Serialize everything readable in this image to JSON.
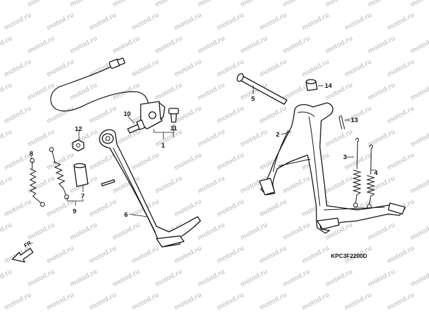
{
  "watermark": "motod.ru",
  "diagram_code": "KPC3F2200D",
  "direction_label": "FR.",
  "callouts": [
    "1",
    "2",
    "3",
    "4",
    "5",
    "6",
    "7",
    "8",
    "9",
    "10",
    "11",
    "12",
    "13",
    "14"
  ],
  "parts": {
    "sensor_cable": "side-stand-switch-cable",
    "side_stand": "side-stand",
    "main_stand": "main-stand"
  }
}
